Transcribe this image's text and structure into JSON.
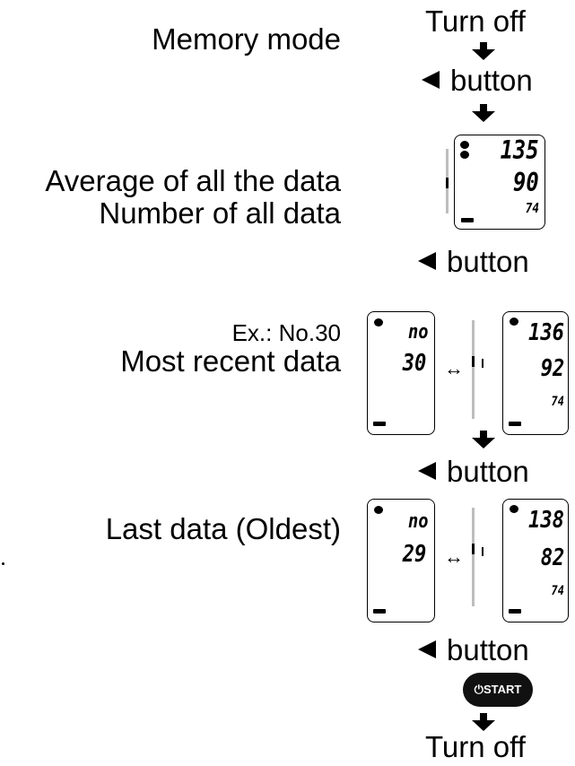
{
  "labels": {
    "memory_mode": "Memory mode",
    "average": "Average of all the data",
    "number": "Number of all data",
    "example": "Ex.: No.30",
    "most_recent": "Most recent data",
    "last_data": "Last data (Oldest)"
  },
  "flow": {
    "turn_off_top": "Turn off",
    "button_label": "button",
    "turn_off_bottom": "Turn off",
    "start_label": "START"
  },
  "displays": {
    "average": {
      "sys": "135",
      "dia": "90",
      "pulse": "74"
    },
    "recent_no": {
      "no_text": "no",
      "number": "30"
    },
    "recent_val": {
      "sys": "136",
      "dia": "92",
      "pulse": "74"
    },
    "oldest_no": {
      "no_text": "no",
      "number": "29"
    },
    "oldest_val": {
      "sys": "138",
      "dia": "82",
      "pulse": "74"
    }
  },
  "icons": {
    "down_arrow": "down-arrow-icon",
    "left_triangle": "left-triangle-icon",
    "double_arrow": "double-arrow-icon",
    "power": "power-icon"
  }
}
